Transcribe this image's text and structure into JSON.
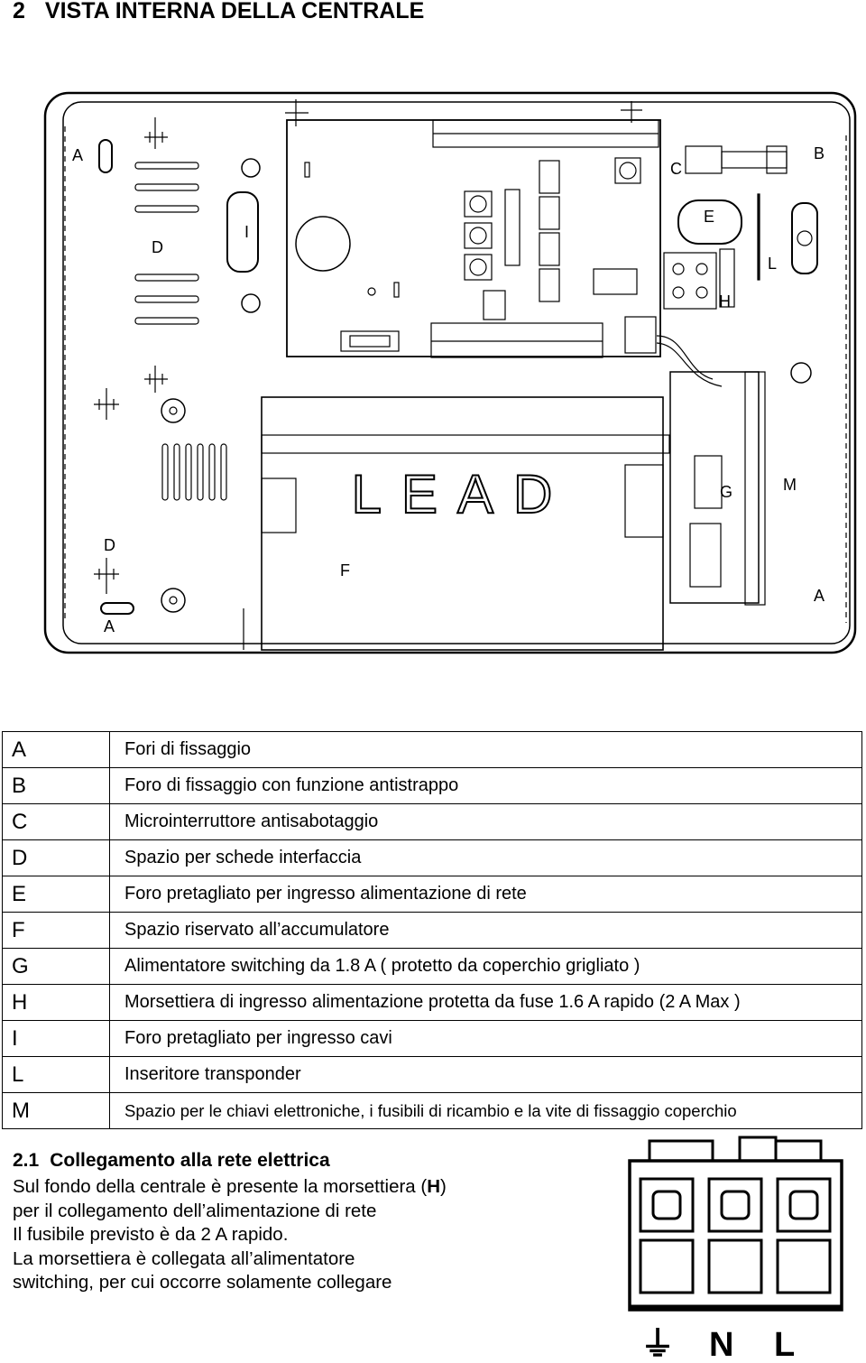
{
  "heading": {
    "number": "2",
    "title": "VISTA INTERNA DELLA CENTRALE"
  },
  "diagram": {
    "lead_text": "LEAD",
    "labels": {
      "A1": "A",
      "B": "B",
      "C": "C",
      "E": "E",
      "D1": "D",
      "I": "I",
      "L": "L",
      "H": "H",
      "G": "G",
      "M": "M",
      "D2": "D",
      "F": "F",
      "A2": "A",
      "A3": "A"
    }
  },
  "legend": [
    {
      "key": "A",
      "text": "Fori di fissaggio"
    },
    {
      "key": "B",
      "text": "Foro di fissaggio con funzione antistrappo"
    },
    {
      "key": "C",
      "text": "Microinterruttore antisabotaggio"
    },
    {
      "key": "D",
      "text": "Spazio per  schede interfaccia"
    },
    {
      "key": "E",
      "text": "Foro pretagliato per ingresso alimentazione di rete"
    },
    {
      "key": "F",
      "text": "Spazio riservato all’accumulatore"
    },
    {
      "key": "G",
      "text": "Alimentatore switching da 1.8 A ( protetto da coperchio grigliato )"
    },
    {
      "key": "H",
      "text": "Morsettiera di ingresso alimentazione protetta da fuse 1.6 A rapido  (2 A Max )"
    },
    {
      "key": "I",
      "text": "Foro pretagliato per ingresso cavi"
    },
    {
      "key": "L",
      "text": "Inseritore transponder"
    },
    {
      "key": "M",
      "text": "Spazio per le chiavi elettroniche, i fusibili   di ricambio e la vite di fissaggio coperchio"
    }
  ],
  "section": {
    "number": "2.1",
    "title": "Collegamento alla rete elettrica",
    "line1_pre": "Sul fondo della centrale è presente la morsettiera (",
    "line1_bold": "H",
    "line1_post": ")",
    "line2": "per il collegamento dell’alimentazione di rete",
    "line3": "Il fusibile previsto  è da 2  A rapido.",
    "line4": "La morsettiera è collegata all’alimentatore",
    "line5": "switching,  per cui occorre solamente collegare"
  },
  "terminal": {
    "labels": [
      "⏚",
      "N",
      "L"
    ]
  }
}
